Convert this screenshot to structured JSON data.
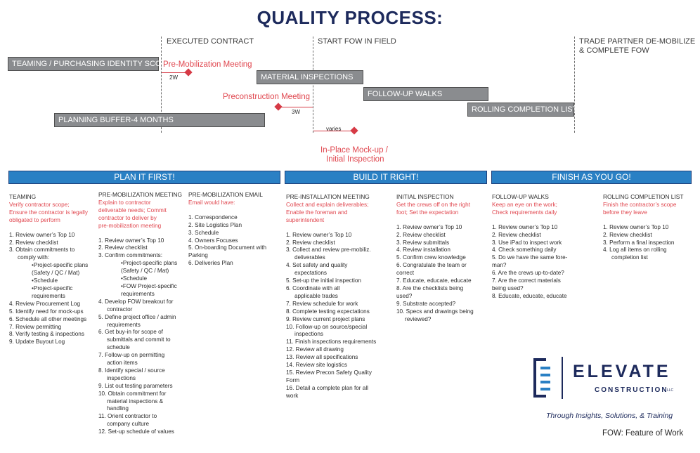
{
  "title": "QUALITY PROCESS:",
  "phases": {
    "executed": "EXECUTED CONTRACT",
    "start_fow": "START FOW IN FIELD",
    "demobilize": [
      "TRADE PARTNER DE-MOBILIZE",
      "& COMPLETE FOW"
    ]
  },
  "bars": {
    "teaming": "TEAMING / PURCHASING IDENTITY SCOPE",
    "planning": "PLANNING BUFFER-4 MONTHS",
    "material": "MATERIAL INSPECTIONS",
    "followup": "FOLLOW-UP WALKS",
    "rolling": "ROLLING COMPLETION LIST"
  },
  "milestones": {
    "premob": "Pre-Mobilization Meeting",
    "premob_dur": "2W",
    "precon": "Preconstruction Meeting",
    "precon_dur": "3W",
    "mockup_dur": "varies",
    "mockup": [
      "In-Place Mock-up /",
      "Initial Inspection"
    ]
  },
  "sections": {
    "plan": "PLAN IT FIRST!",
    "build": "BUILD IT RIGHT!",
    "finish": "FINISH AS YOU GO!"
  },
  "columns": {
    "teaming": {
      "title": "TEAMING",
      "intro": [
        "Verify contractor scope;",
        "Ensure the contractor is legally",
        "obligated to perform"
      ],
      "items": [
        {
          "t": "1. Review owner’s Top 10",
          "c": ""
        },
        {
          "t": "2. Review checklist",
          "c": ""
        },
        {
          "t": "3. Obtain commitments to",
          "c": ""
        },
        {
          "t": "comply with:",
          "c": "indent"
        },
        {
          "t": "•Project-specific plans",
          "c": "sub"
        },
        {
          "t": "(Safety / QC / Mat)",
          "c": "sub"
        },
        {
          "t": "•Schedule",
          "c": "sub"
        },
        {
          "t": "•Project-specific",
          "c": "sub"
        },
        {
          "t": "requirements",
          "c": "sub"
        },
        {
          "t": "4. Review Procurement Log",
          "c": ""
        },
        {
          "t": "5. Identify need for mock-ups",
          "c": ""
        },
        {
          "t": "6. Schedule all other meetings",
          "c": ""
        },
        {
          "t": "7. Review permitting",
          "c": ""
        },
        {
          "t": "8. Verify testing & inspections",
          "c": ""
        },
        {
          "t": "9. Update Buyout Log",
          "c": ""
        }
      ]
    },
    "premob": {
      "title": "PRE-MOBILIZATION MEETING",
      "intro": [
        "Explain to contractor",
        "deliverable needs; Commit",
        "contractor to deliver by",
        "pre-mobilization meeting"
      ],
      "items": [
        {
          "t": "1. Review owner’s Top 10",
          "c": ""
        },
        {
          "t": "2. Review checklist",
          "c": ""
        },
        {
          "t": "3. Confirm commitments:",
          "c": ""
        },
        {
          "t": "•Project-specific plans",
          "c": "sub"
        },
        {
          "t": "(Safety / QC / Mat)",
          "c": "sub"
        },
        {
          "t": "•Schedule",
          "c": "sub"
        },
        {
          "t": "•FOW Project-specific",
          "c": "sub"
        },
        {
          "t": "requirements",
          "c": "sub"
        },
        {
          "t": "4. Develop FOW breakout for",
          "c": ""
        },
        {
          "t": "contractor",
          "c": "indent"
        },
        {
          "t": "5. Define project office / admin",
          "c": ""
        },
        {
          "t": "requirements",
          "c": "indent"
        },
        {
          "t": "6. Get buy-in for scope of",
          "c": ""
        },
        {
          "t": "submittals and commit to",
          "c": "indent"
        },
        {
          "t": "schedule",
          "c": "indent"
        },
        {
          "t": "7. Follow-up on permitting",
          "c": ""
        },
        {
          "t": "action items",
          "c": "indent"
        },
        {
          "t": "8. Identify special / source",
          "c": ""
        },
        {
          "t": "inspections",
          "c": "indent"
        },
        {
          "t": "9. List out testing parameters",
          "c": ""
        },
        {
          "t": "10. Obtain commitment for",
          "c": ""
        },
        {
          "t": "material inspections &",
          "c": "indent"
        },
        {
          "t": "handling",
          "c": "indent"
        },
        {
          "t": "11. Orient contractor to",
          "c": ""
        },
        {
          "t": "company culture",
          "c": "indent"
        },
        {
          "t": "12. Set-up schedule of values",
          "c": ""
        }
      ]
    },
    "email": {
      "title": "PRE-MOBILIZATION EMAIL",
      "intro": [
        "Email would have:"
      ],
      "items": [
        {
          "t": "1. Correspondence",
          "c": ""
        },
        {
          "t": "2. Site Logistics Plan",
          "c": ""
        },
        {
          "t": "3. Schedule",
          "c": ""
        },
        {
          "t": "4. Owners Focuses",
          "c": ""
        },
        {
          "t": "5. On-boarding Document with",
          "c": ""
        },
        {
          "t": "Parking",
          "c": ""
        },
        {
          "t": "6. Deliveries Plan",
          "c": ""
        }
      ]
    },
    "preinstall": {
      "title": "PRE-INSTALLATION MEETING",
      "intro": [
        "Collect and explain deliverables;",
        "Enable the foreman and",
        "superintendent"
      ],
      "items": [
        {
          "t": "1. Review owner’s Top 10",
          "c": ""
        },
        {
          "t": "2. Review checklist",
          "c": ""
        },
        {
          "t": "3. Collect and review pre-mobiliz.",
          "c": ""
        },
        {
          "t": "deliverables",
          "c": "indent"
        },
        {
          "t": "4. Set safety and quality",
          "c": ""
        },
        {
          "t": "expectations",
          "c": "indent"
        },
        {
          "t": "5. Set-up the initial inspection",
          "c": ""
        },
        {
          "t": "6. Coordinate with all",
          "c": ""
        },
        {
          "t": "applicable trades",
          "c": "indent"
        },
        {
          "t": "7. Review schedule for work",
          "c": ""
        },
        {
          "t": "8. Complete testing expectations",
          "c": ""
        },
        {
          "t": "9. Review current project plans",
          "c": ""
        },
        {
          "t": "10. Follow-up on source/special",
          "c": ""
        },
        {
          "t": "inspections",
          "c": "indent"
        },
        {
          "t": "11. Finish inspections requirements",
          "c": ""
        },
        {
          "t": "12. Review all drawing",
          "c": ""
        },
        {
          "t": "13. Review all specifications",
          "c": ""
        },
        {
          "t": "14. Review site logistics",
          "c": ""
        },
        {
          "t": "15. Review Precon Safety Quality",
          "c": ""
        },
        {
          "t": "Form",
          "c": ""
        },
        {
          "t": "16. Detail a complete plan for all",
          "c": ""
        },
        {
          "t": "work",
          "c": ""
        }
      ]
    },
    "initial": {
      "title": "INITIAL INSPECTION",
      "intro": [
        "Get the crews off on the right",
        "foot; Set the expectation"
      ],
      "items": [
        {
          "t": "1. Review owner’s Top 10",
          "c": ""
        },
        {
          "t": "2. Review checklist",
          "c": ""
        },
        {
          "t": "3. Review submittals",
          "c": ""
        },
        {
          "t": "4. Review installation",
          "c": ""
        },
        {
          "t": "5. Confirm crew knowledge",
          "c": ""
        },
        {
          "t": "6. Congratulate the team or",
          "c": ""
        },
        {
          "t": "correct",
          "c": ""
        },
        {
          "t": "7. Educate, educate, educate",
          "c": ""
        },
        {
          "t": "8. Are the checklists being",
          "c": ""
        },
        {
          "t": "used?",
          "c": ""
        },
        {
          "t": "9. Substrate accepted?",
          "c": ""
        },
        {
          "t": "10. Specs and drawings being",
          "c": ""
        },
        {
          "t": "reviewed?",
          "c": "indent"
        }
      ]
    },
    "followup": {
      "title": "FOLLOW-UP WALKS",
      "intro": [
        "Keep an eye on the work;",
        "Check requirements daily"
      ],
      "items": [
        {
          "t": "1. Review owner’s Top 10",
          "c": ""
        },
        {
          "t": "2. Review checklist",
          "c": ""
        },
        {
          "t": "3. Use iPad to inspect work",
          "c": ""
        },
        {
          "t": "4. Check something daily",
          "c": ""
        },
        {
          "t": "5. Do we have the same fore-",
          "c": ""
        },
        {
          "t": "man?",
          "c": ""
        },
        {
          "t": "6. Are the crews up-to-date?",
          "c": ""
        },
        {
          "t": "7. Are the correct materials",
          "c": ""
        },
        {
          "t": "being used?",
          "c": ""
        },
        {
          "t": "8. Educate, educate, educate",
          "c": ""
        }
      ]
    },
    "rolling": {
      "title": "ROLLING COMPLETION LIST",
      "intro": [
        "Finish the contractor’s scope",
        "before they leave"
      ],
      "items": [
        {
          "t": "1. Review owner’s Top 10",
          "c": ""
        },
        {
          "t": "2. Review checklist",
          "c": ""
        },
        {
          "t": "3. Perform a final inspection",
          "c": ""
        },
        {
          "t": "4. Log all items on rolling",
          "c": ""
        },
        {
          "t": "completion list",
          "c": "indent"
        }
      ]
    }
  },
  "logo": {
    "word": "ELEVATE",
    "sub": "CONSTRUCTION",
    "llc": "LLC",
    "tagline": "Through Insights, Solutions, & Training",
    "colors": {
      "navy": "#1d2a5c",
      "blue": "#2a80c4"
    }
  },
  "footnote": "FOW: Feature of Work",
  "colors": {
    "header": "#2a80c4",
    "bar": "#8a8c8f",
    "accent": "#e0474f",
    "title": "#1d2a5c"
  }
}
